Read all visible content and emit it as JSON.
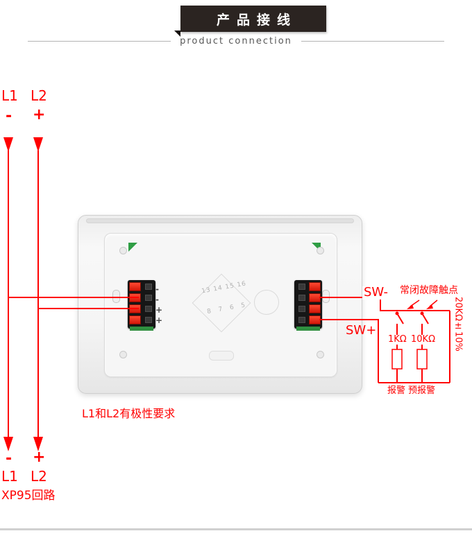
{
  "header": {
    "title": "产品接线",
    "subtitle": "product connection"
  },
  "loop_in": {
    "l1": "L1",
    "l2": "L2",
    "l1_polarity": "-",
    "l2_polarity": "+"
  },
  "loop_out": {
    "l1": "L1",
    "l2": "L2",
    "l1_polarity": "-",
    "l2_polarity": "+",
    "loop_name": "XP95回路"
  },
  "notes": {
    "polarity": "L1和L2有极性要求",
    "fault_contact": "常闭故障触点"
  },
  "switch_circuit": {
    "sw_minus": "SW-",
    "sw_plus": "SW+",
    "resistor_alarm": "1KΩ",
    "resistor_prealarm": "10KΩ",
    "eol_resistance": "20KΩ±10%",
    "alarm_label": "报警",
    "prealarm_label": "预报警"
  },
  "device": {
    "terminal_marks": [
      "-",
      "-",
      "+",
      "+"
    ],
    "molded_numbers_top": "13 14 15 16",
    "molded_numbers_bottom": "8 7 6 5"
  },
  "colors": {
    "wire_red": "#ff0000",
    "banner_dark": "#2b2421",
    "subtitle_gray": "#575757",
    "marker_green": "#2f9e44"
  }
}
